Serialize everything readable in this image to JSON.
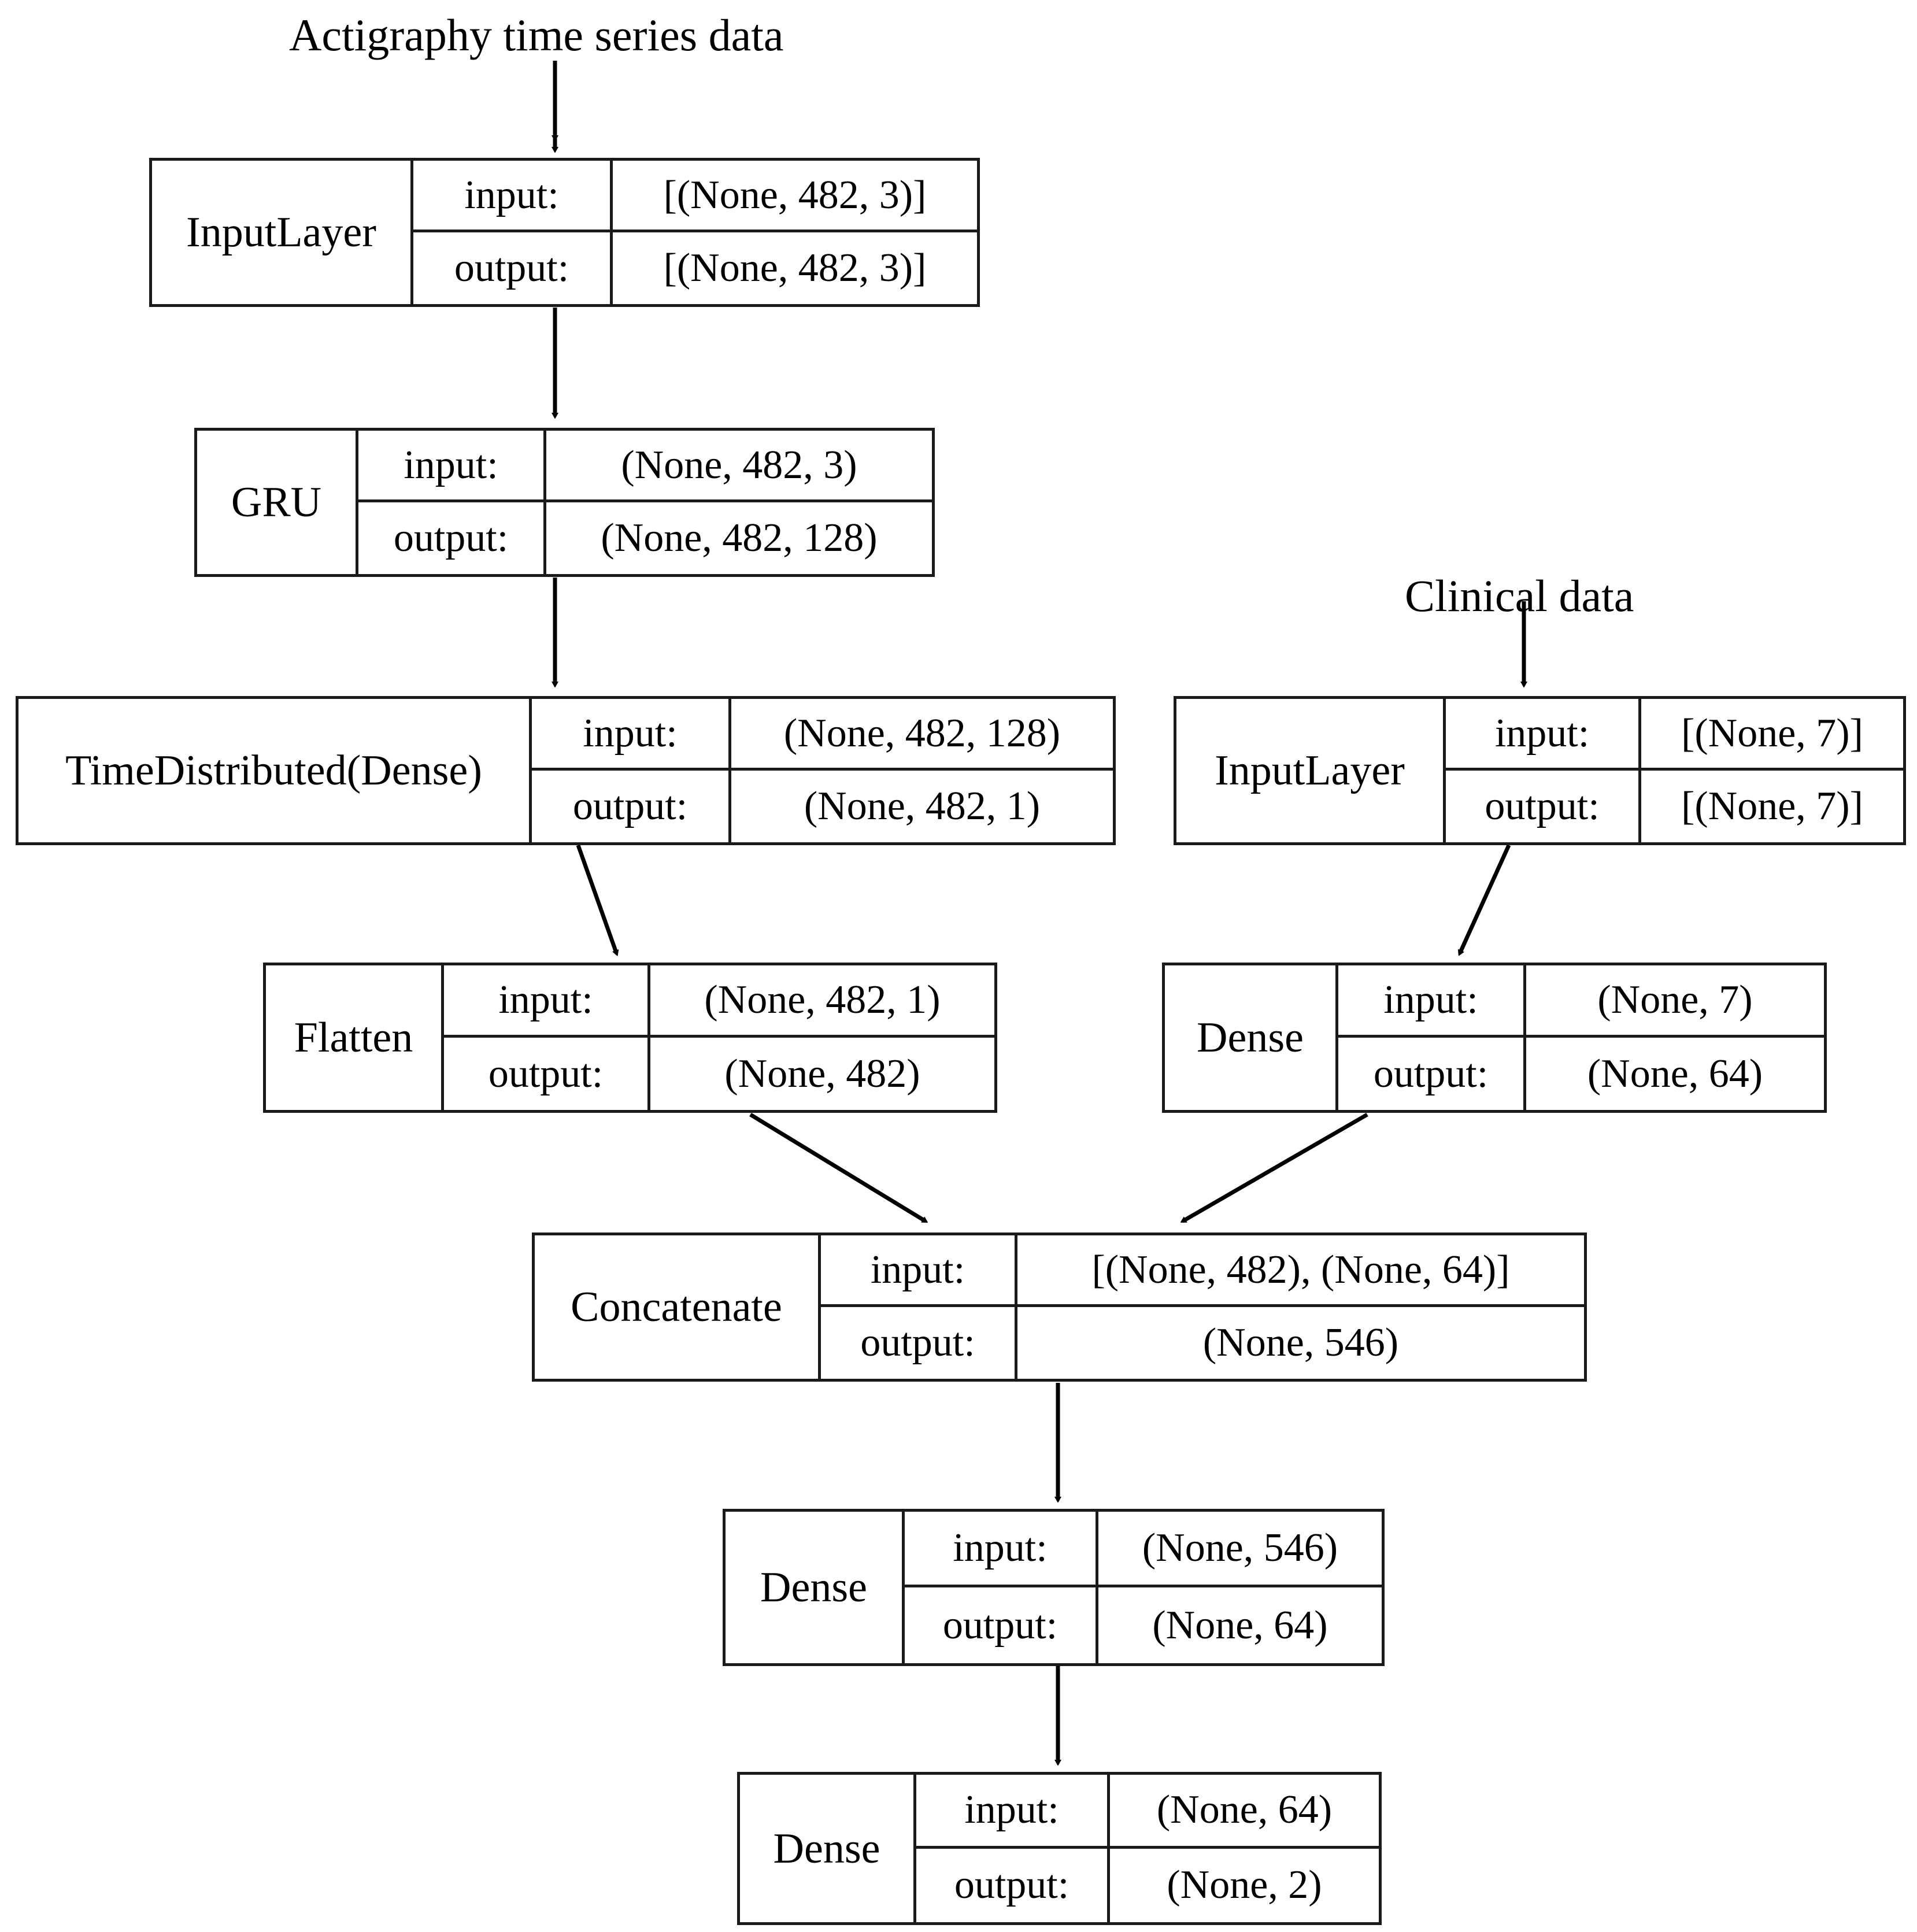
{
  "diagram": {
    "title": "Keras model plot: multimodal GRU network for actigraphy and clinical data",
    "captions": {
      "actigraphy": "Actigraphy time series data",
      "clinical": "Clinical data"
    },
    "row_labels": {
      "input": "input:",
      "output": "output:"
    },
    "colors": {
      "stroke": "#1a1a1a",
      "fill": "#ffffff",
      "text": "#000000"
    },
    "nodes": [
      {
        "id": "input_actigraphy",
        "name": "InputLayer",
        "input_label": "input:",
        "input_shape": "[(None, 482, 3)]",
        "output_label": "output:",
        "output_shape": "[(None, 482, 3)]"
      },
      {
        "id": "gru",
        "name": "GRU",
        "input_label": "input:",
        "input_shape": "(None, 482, 3)",
        "output_label": "output:",
        "output_shape": "(None, 482, 128)"
      },
      {
        "id": "time_distributed_dense",
        "name": "TimeDistributed(Dense)",
        "input_label": "input:",
        "input_shape": "(None, 482, 128)",
        "output_label": "output:",
        "output_shape": "(None, 482, 1)"
      },
      {
        "id": "input_clinical",
        "name": "InputLayer",
        "input_label": "input:",
        "input_shape": "[(None, 7)]",
        "output_label": "output:",
        "output_shape": "[(None, 7)]"
      },
      {
        "id": "flatten",
        "name": "Flatten",
        "input_label": "input:",
        "input_shape": "(None, 482, 1)",
        "output_label": "output:",
        "output_shape": "(None, 482)"
      },
      {
        "id": "dense_clinical",
        "name": "Dense",
        "input_label": "input:",
        "input_shape": "(None, 7)",
        "output_label": "output:",
        "output_shape": "(None, 64)"
      },
      {
        "id": "concatenate",
        "name": "Concatenate",
        "input_label": "input:",
        "input_shape": "[(None, 482), (None, 64)]",
        "output_label": "output:",
        "output_shape": "(None, 546)"
      },
      {
        "id": "dense_hidden",
        "name": "Dense",
        "input_label": "input:",
        "input_shape": "(None, 546)",
        "output_label": "output:",
        "output_shape": "(None, 64)"
      },
      {
        "id": "dense_output",
        "name": "Dense",
        "input_label": "input:",
        "input_shape": "(None, 64)",
        "output_label": "output:",
        "output_shape": "(None, 2)"
      }
    ],
    "edges": [
      {
        "from": "actigraphy-caption",
        "to": "input_actigraphy"
      },
      {
        "from": "input_actigraphy",
        "to": "gru"
      },
      {
        "from": "gru",
        "to": "time_distributed_dense"
      },
      {
        "from": "clinical-caption",
        "to": "input_clinical"
      },
      {
        "from": "time_distributed_dense",
        "to": "flatten"
      },
      {
        "from": "input_clinical",
        "to": "dense_clinical"
      },
      {
        "from": "flatten",
        "to": "concatenate"
      },
      {
        "from": "dense_clinical",
        "to": "concatenate"
      },
      {
        "from": "concatenate",
        "to": "dense_hidden"
      },
      {
        "from": "dense_hidden",
        "to": "dense_output"
      }
    ]
  }
}
